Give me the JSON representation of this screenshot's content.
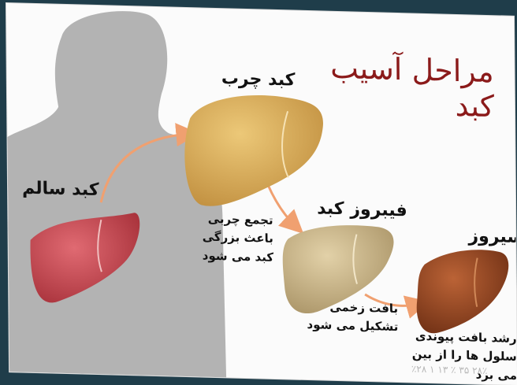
{
  "title": "مراحل آسیب\nکبد",
  "stages": {
    "healthy": {
      "label": "کبد سالم"
    },
    "fatty": {
      "label": "کبد چرب",
      "description": "تجمع چربی\nباعث بزرگی\nکبد می شود"
    },
    "fibrosis": {
      "label": "فیبروز کبد",
      "description": "بافت زخمی\nتشکیل می شود"
    },
    "cirrhosis": {
      "label": "سیروز",
      "description": "رشد بافت پیوندی\nسلول ها را از بین می برد"
    }
  },
  "watermark": "۲۸٪ ۳۵ ٪ ۱۳ ۱ ٪۲۸",
  "colors": {
    "title": "#8b1a1a",
    "silhouette": "#a9a9a9",
    "healthy_liver": "#c8404a",
    "fatty_liver": "#d9ad5c",
    "fibrosis_liver": "#cdb88f",
    "cirrhosis_liver": "#9c4a25",
    "arrow": "#f0a070"
  }
}
